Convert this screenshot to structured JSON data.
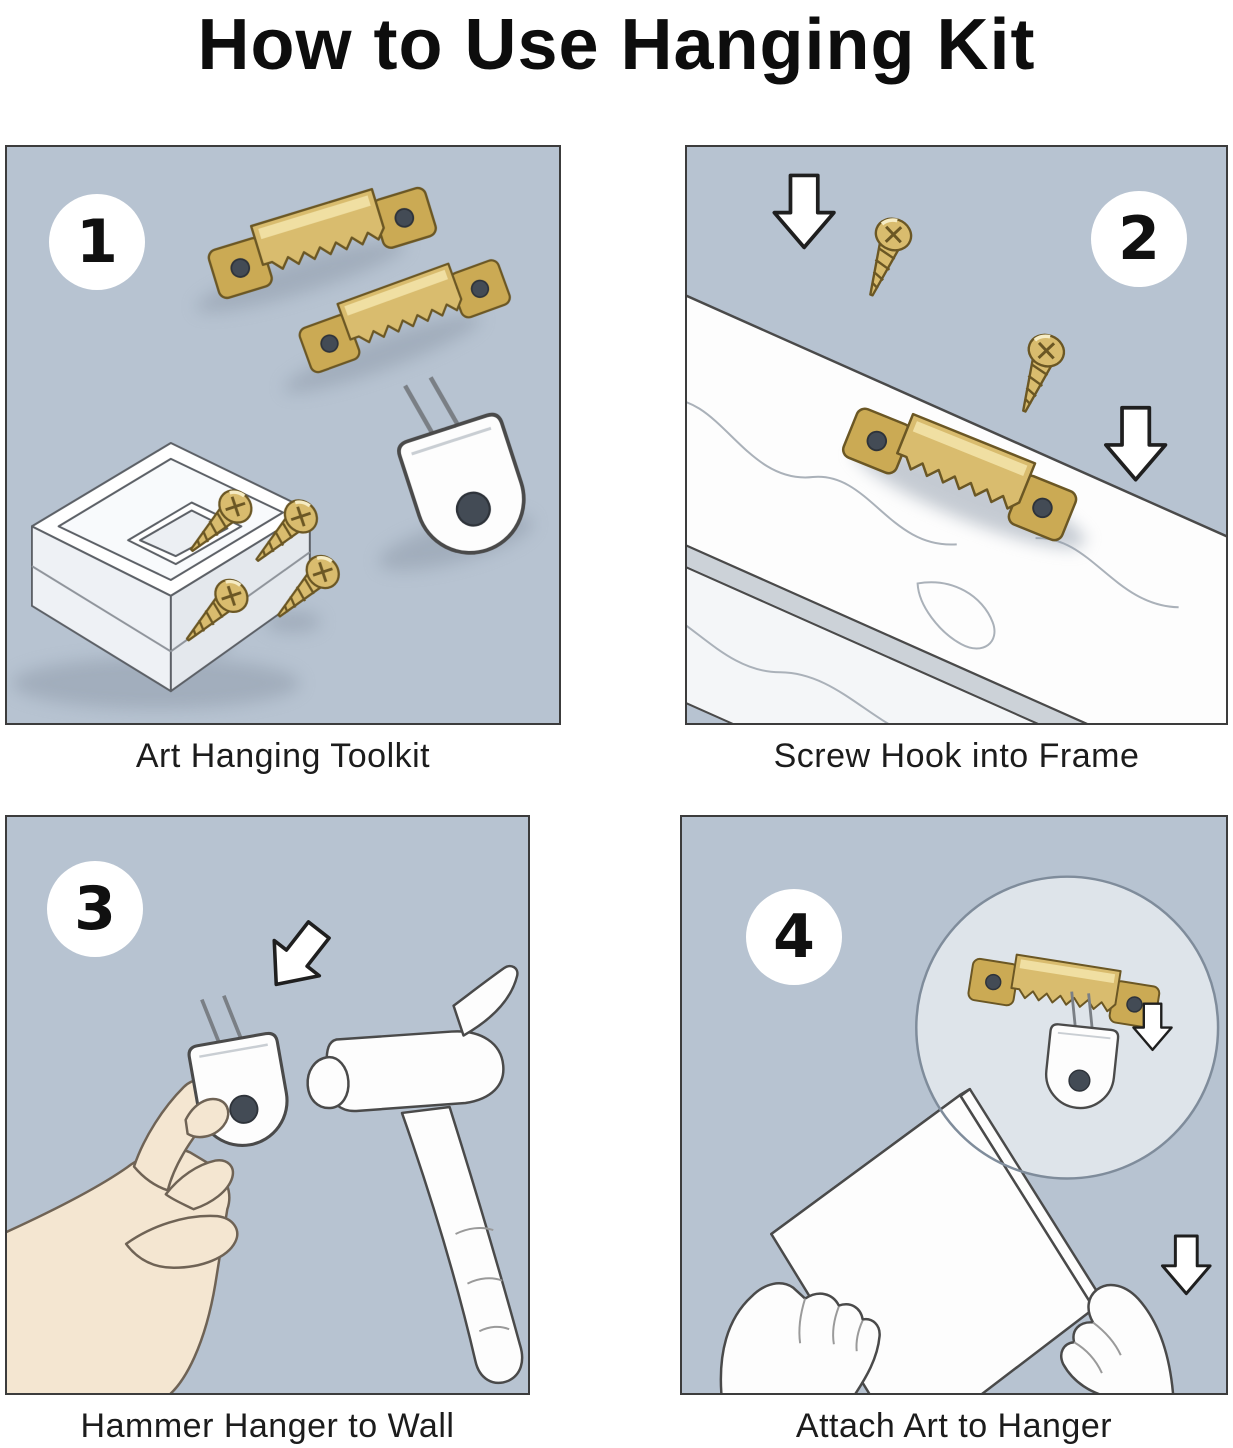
{
  "title": "How to Use Hanging Kit",
  "steps": [
    {
      "number": "1",
      "caption": "Art Hanging Toolkit"
    },
    {
      "number": "2",
      "caption": "Screw Hook into Frame"
    },
    {
      "number": "3",
      "caption": "Hammer Hanger to Wall"
    },
    {
      "number": "4",
      "caption": "Attach Art to Hanger"
    }
  ],
  "colors": {
    "background": "#ffffff",
    "panel_background": "#b7c3d1",
    "panel_border": "#3c3c3c",
    "brass": "#d9bc6e",
    "brass_dark": "#6b5724",
    "skin": "#f4e6d1",
    "text": "#1c1c1c"
  }
}
